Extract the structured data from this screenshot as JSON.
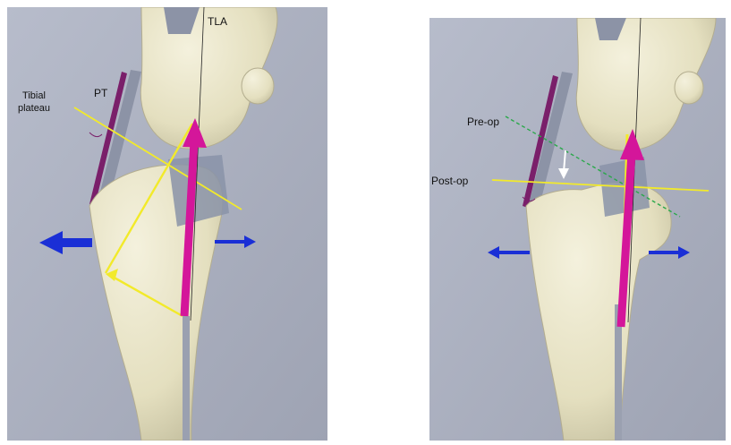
{
  "left_panel": {
    "labels": {
      "tla": "TLA",
      "pt": "PT",
      "tibial_plateau_line1": "Tibial",
      "tibial_plateau_line2": "plateau"
    }
  },
  "right_panel": {
    "labels": {
      "pre_op": "Pre-op",
      "post_op": "Post-op"
    }
  },
  "colors": {
    "background": "#a9aebd",
    "bone": "#e8e3c4",
    "bone_shadow": "#bdb79a",
    "implant": "#8a93a8",
    "magenta_arrow": "#d4169a",
    "yellow_line": "#f2ea2a",
    "blue_arrow": "#1a2fd6",
    "green_dashed": "#2aa84a"
  }
}
